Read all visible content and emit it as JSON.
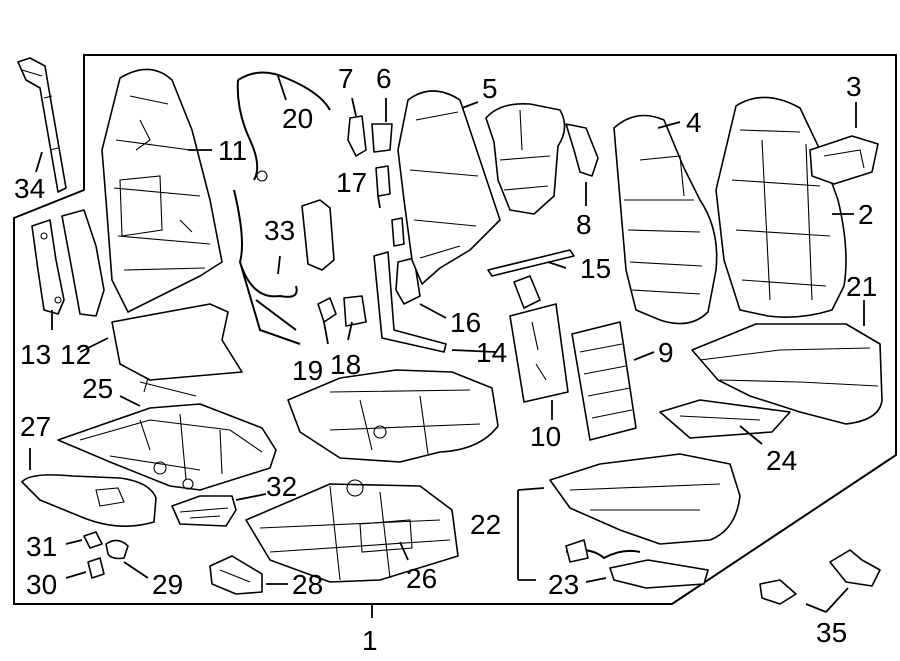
{
  "diagram": {
    "labels": {
      "l1": "1",
      "l2": "2",
      "l3": "3",
      "l4": "4",
      "l5": "5",
      "l6": "6",
      "l7": "7",
      "l8": "8",
      "l9": "9",
      "l10": "10",
      "l11": "11",
      "l12": "12",
      "l13": "13",
      "l14": "14",
      "l15": "15",
      "l16": "16",
      "l17": "17",
      "l18": "18",
      "l19": "19",
      "l20": "20",
      "l21": "21",
      "l22": "22",
      "l23": "23",
      "l24": "24",
      "l25": "25",
      "l26": "26",
      "l27": "27",
      "l28": "28",
      "l29": "29",
      "l30": "30",
      "l31": "31",
      "l32": "32",
      "l33": "33",
      "l34": "34",
      "l35": "35"
    }
  }
}
